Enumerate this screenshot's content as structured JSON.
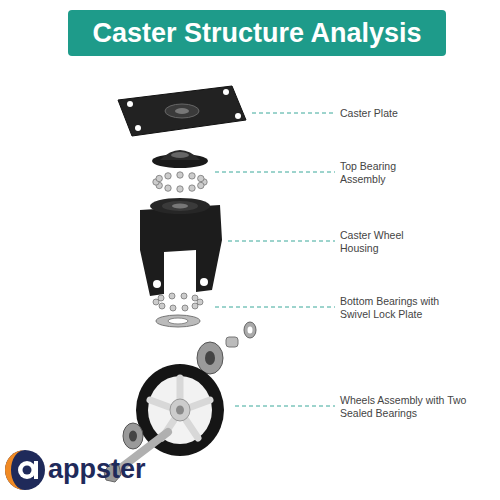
{
  "diagram": {
    "title": "Caster Structure Analysis",
    "labels": [
      "Caster Plate",
      "Top Bearing Assembly",
      "Caster Wheel Housing",
      "Bottom Bearings with Swivel Lock Plate",
      "Wheels Assembly with Two Sealed Bearings",
      "appster"
    ]
  }
}
